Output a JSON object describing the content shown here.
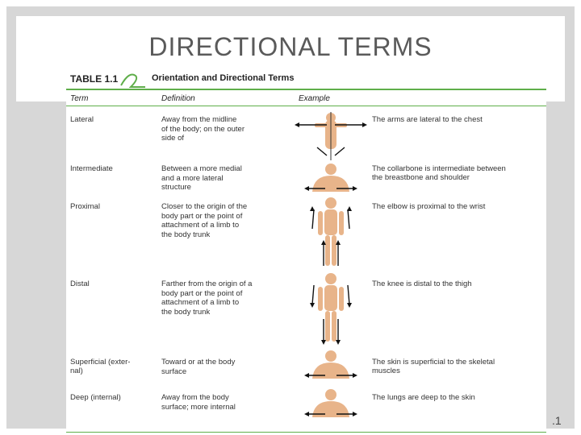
{
  "slide": {
    "title": "DIRECTIONAL TERMS",
    "page_number": ".1"
  },
  "table": {
    "label": "TABLE  1.1",
    "title": "Orientation and Directional Terms",
    "columns": {
      "term": "Term",
      "definition": "Definition",
      "example": "Example"
    },
    "rows": [
      {
        "term": "Lateral",
        "definition": [
          "Away from the midline",
          "of the body; on the outer",
          "side of"
        ],
        "example": [
          "The arms are lateral to the chest"
        ]
      },
      {
        "term": "Intermediate",
        "definition": [
          "Between a more medial",
          "and a more lateral",
          "structure"
        ],
        "example": [
          "The collarbone is intermediate between",
          "the breastbone and shoulder"
        ]
      },
      {
        "term": "Proximal",
        "definition": [
          "Closer to the origin of the",
          "body part or the point of",
          "attachment of a limb to",
          "the body trunk"
        ],
        "example": [
          "The elbow is proximal to the wrist"
        ]
      },
      {
        "term": "Distal",
        "definition": [
          "Farther from the origin of a",
          "body part or the point of",
          "attachment of a limb to",
          "the body trunk"
        ],
        "example": [
          "The knee is distal to the thigh"
        ]
      },
      {
        "term": "Superficial (exter-\nnal)",
        "definition": [
          "Toward or at the body",
          "surface"
        ],
        "example": [
          "The skin is superficial to the skeletal",
          "muscles"
        ]
      },
      {
        "term": "Deep (internal)",
        "definition": [
          "Away from the body",
          "surface; more internal"
        ],
        "example": [
          "The lungs are deep to the skin"
        ]
      }
    ]
  },
  "colors": {
    "accent_rule": "#5fae4a",
    "frame": "#d7d7d7",
    "figure_skin": "#e8b48a"
  }
}
